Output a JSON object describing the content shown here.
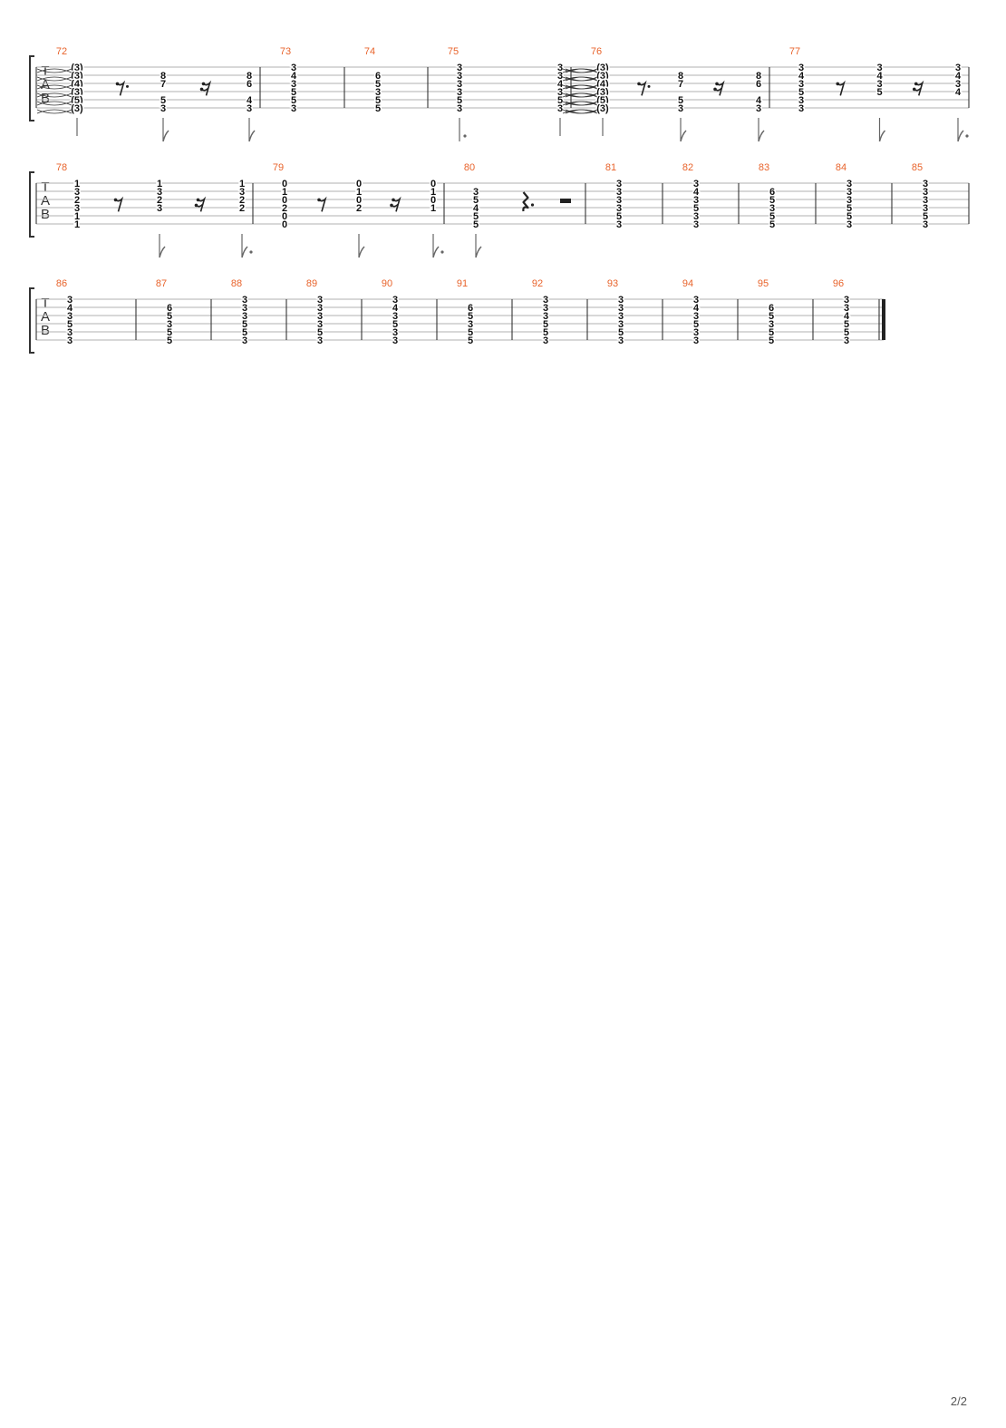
{
  "page": {
    "number": "2/2"
  },
  "colors": {
    "measure_number": "#e8632b",
    "staff_line": "#b0b0b0",
    "bar_line": "#222222",
    "fret": "#111111",
    "rhythm": "#666666"
  },
  "staff_label": [
    "T",
    "A",
    "B"
  ],
  "systems": [
    {
      "measures": [
        {
          "number": "72",
          "beats": [
            {
              "frets": [
                "(3)",
                "(3)",
                "(4)",
                "(3)",
                "(5)",
                "(3)"
              ],
              "kind": "tied"
            },
            {
              "rest": "dotted-eighth"
            },
            {
              "frets": [
                "",
                "8",
                "7",
                "",
                "5",
                "3"
              ],
              "kind": "eighth"
            },
            {
              "rest": "sixteenth"
            },
            {
              "frets": [
                "",
                "8",
                "6",
                "",
                "4",
                "3"
              ],
              "kind": "eighth"
            }
          ]
        },
        {
          "number": "73",
          "beats": [
            {
              "frets": [
                "3",
                "4",
                "3",
                "5",
                "5",
                "3"
              ]
            }
          ]
        },
        {
          "number": "74",
          "beats": [
            {
              "frets": [
                "",
                "6",
                "5",
                "3",
                "5",
                "5"
              ]
            }
          ]
        },
        {
          "number": "75",
          "beats": [
            {
              "frets": [
                "3",
                "3",
                "3",
                "3",
                "5",
                "3"
              ],
              "kind": "dotted"
            },
            {
              "frets": [
                "3",
                "3",
                "4",
                "3",
                "5",
                "3"
              ],
              "kind": "tied"
            }
          ]
        },
        {
          "number": "76",
          "beats": [
            {
              "frets": [
                "(3)",
                "(3)",
                "(4)",
                "(3)",
                "(5)",
                "(3)"
              ],
              "kind": "tied"
            },
            {
              "rest": "dotted-eighth"
            },
            {
              "frets": [
                "",
                "8",
                "7",
                "",
                "5",
                "3"
              ],
              "kind": "eighth"
            },
            {
              "rest": "sixteenth"
            },
            {
              "frets": [
                "",
                "8",
                "6",
                "",
                "4",
                "3"
              ],
              "kind": "eighth"
            }
          ]
        },
        {
          "number": "77",
          "beats": [
            {
              "frets": [
                "3",
                "4",
                "3",
                "5",
                "3",
                "3"
              ]
            },
            {
              "rest": "eighth"
            },
            {
              "frets": [
                "3",
                "4",
                "3",
                "5",
                "",
                ""
              ],
              "kind": "eighth"
            },
            {
              "rest": "sixteenth"
            },
            {
              "frets": [
                "3",
                "4",
                "3",
                "4",
                "",
                ""
              ],
              "kind": "dotted-eighth"
            }
          ]
        }
      ]
    },
    {
      "measures": [
        {
          "number": "78",
          "beats": [
            {
              "frets": [
                "1",
                "3",
                "2",
                "3",
                "1",
                "1"
              ]
            },
            {
              "rest": "eighth"
            },
            {
              "frets": [
                "1",
                "3",
                "2",
                "3",
                "",
                ""
              ],
              "kind": "eighth"
            },
            {
              "rest": "sixteenth"
            },
            {
              "frets": [
                "1",
                "3",
                "2",
                "2",
                "",
                ""
              ],
              "kind": "dotted-eighth"
            }
          ]
        },
        {
          "number": "79",
          "beats": [
            {
              "frets": [
                "0",
                "1",
                "0",
                "2",
                "0",
                "0"
              ]
            },
            {
              "rest": "eighth"
            },
            {
              "frets": [
                "0",
                "1",
                "0",
                "2",
                "",
                ""
              ],
              "kind": "eighth"
            },
            {
              "rest": "sixteenth"
            },
            {
              "frets": [
                "0",
                "1",
                "0",
                "1",
                "",
                ""
              ],
              "kind": "dotted-eighth"
            }
          ]
        },
        {
          "number": "80",
          "beats": [
            {
              "frets": [
                "",
                "3",
                "5",
                "4",
                "5",
                "5"
              ],
              "kind": "eighth"
            },
            {
              "rest": "dotted-quarter"
            },
            {
              "rest": "half"
            }
          ]
        },
        {
          "number": "81",
          "beats": [
            {
              "frets": [
                "3",
                "3",
                "3",
                "3",
                "5",
                "3"
              ]
            }
          ]
        },
        {
          "number": "82",
          "beats": [
            {
              "frets": [
                "3",
                "4",
                "3",
                "5",
                "3",
                "3"
              ]
            }
          ]
        },
        {
          "number": "83",
          "beats": [
            {
              "frets": [
                "",
                "6",
                "5",
                "3",
                "5",
                "5"
              ]
            }
          ]
        },
        {
          "number": "84",
          "beats": [
            {
              "frets": [
                "3",
                "3",
                "3",
                "5",
                "5",
                "3"
              ]
            }
          ]
        },
        {
          "number": "85",
          "beats": [
            {
              "frets": [
                "3",
                "3",
                "3",
                "3",
                "5",
                "3"
              ]
            }
          ]
        }
      ]
    },
    {
      "measures": [
        {
          "number": "86",
          "beats": [
            {
              "frets": [
                "3",
                "4",
                "3",
                "5",
                "3",
                "3"
              ]
            }
          ]
        },
        {
          "number": "87",
          "beats": [
            {
              "frets": [
                "",
                "6",
                "5",
                "3",
                "5",
                "5"
              ]
            }
          ]
        },
        {
          "number": "88",
          "beats": [
            {
              "frets": [
                "3",
                "3",
                "3",
                "5",
                "5",
                "3"
              ]
            }
          ]
        },
        {
          "number": "89",
          "beats": [
            {
              "frets": [
                "3",
                "3",
                "3",
                "3",
                "5",
                "3"
              ]
            }
          ]
        },
        {
          "number": "90",
          "beats": [
            {
              "frets": [
                "3",
                "4",
                "3",
                "5",
                "3",
                "3"
              ]
            }
          ]
        },
        {
          "number": "91",
          "beats": [
            {
              "frets": [
                "",
                "6",
                "5",
                "3",
                "5",
                "5"
              ]
            }
          ]
        },
        {
          "number": "92",
          "beats": [
            {
              "frets": [
                "3",
                "3",
                "3",
                "5",
                "5",
                "3"
              ]
            }
          ]
        },
        {
          "number": "93",
          "beats": [
            {
              "frets": [
                "3",
                "3",
                "3",
                "3",
                "5",
                "3"
              ]
            }
          ]
        },
        {
          "number": "94",
          "beats": [
            {
              "frets": [
                "3",
                "4",
                "3",
                "5",
                "3",
                "3"
              ]
            }
          ]
        },
        {
          "number": "95",
          "beats": [
            {
              "frets": [
                "",
                "6",
                "5",
                "3",
                "5",
                "5"
              ]
            }
          ]
        },
        {
          "number": "96",
          "beats": [
            {
              "frets": [
                "3",
                "3",
                "4",
                "5",
                "5",
                "3"
              ]
            }
          ]
        }
      ]
    }
  ]
}
